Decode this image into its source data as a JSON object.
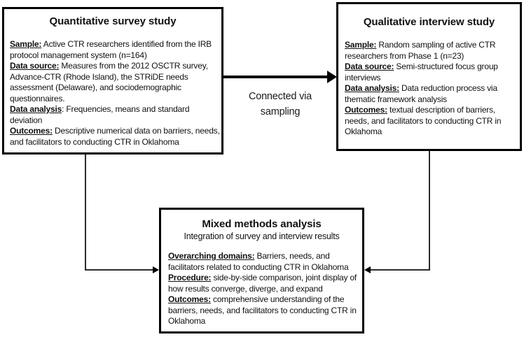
{
  "diagram": {
    "background": "#ffffff",
    "line_color": "#000000",
    "text_color": "#111111",
    "connector_label": "Connected via sampling",
    "boxes": {
      "quantitative": {
        "title": "Quantitative survey study",
        "items": [
          {
            "label": "Sample:",
            "text": " Active CTR researchers identified from the IRB protocol management system (n=164)"
          },
          {
            "label": "Data source:",
            "text": " Measures from the 2012 OSCTR survey, Advance-CTR (Rhode Island), the STRiDE needs assessment (Delaware), and sociodemographic questionnaires."
          },
          {
            "label": "Data analysis",
            "text": ": Frequencies, means and standard deviation"
          },
          {
            "label": "Outcomes:",
            "text": " Descriptive numerical data on barriers, needs, and facilitators to conducting CTR in Oklahoma"
          }
        ]
      },
      "qualitative": {
        "title": "Qualitative interview study",
        "items": [
          {
            "label": "Sample:",
            "text": " Random sampling of active CTR researchers from Phase 1 (n=23)"
          },
          {
            "label": "Data source:",
            "text": " Semi-structured focus group interviews"
          },
          {
            "label": "Data analysis:",
            "text": " Data reduction process via thematic framework analysis"
          },
          {
            "label": "Outcomes:",
            "text": " textual description of barriers, needs, and facilitators to conducting CTR in Oklahoma"
          }
        ]
      },
      "mixed": {
        "title": "Mixed methods analysis",
        "subtitle": "Integration of survey and interview results",
        "items": [
          {
            "label": "Overarching domains:",
            "text": " Barriers, needs, and facilitators related to conducting CTR in Oklahoma"
          },
          {
            "label": "Procedure:",
            "text": " side-by-side comparison, joint display of how results converge, diverge, and expand"
          },
          {
            "label": "Outcomes:",
            "text": " comprehensive understanding of the barriers, needs, and facilitators to conducting CTR in Oklahoma"
          }
        ]
      }
    }
  }
}
